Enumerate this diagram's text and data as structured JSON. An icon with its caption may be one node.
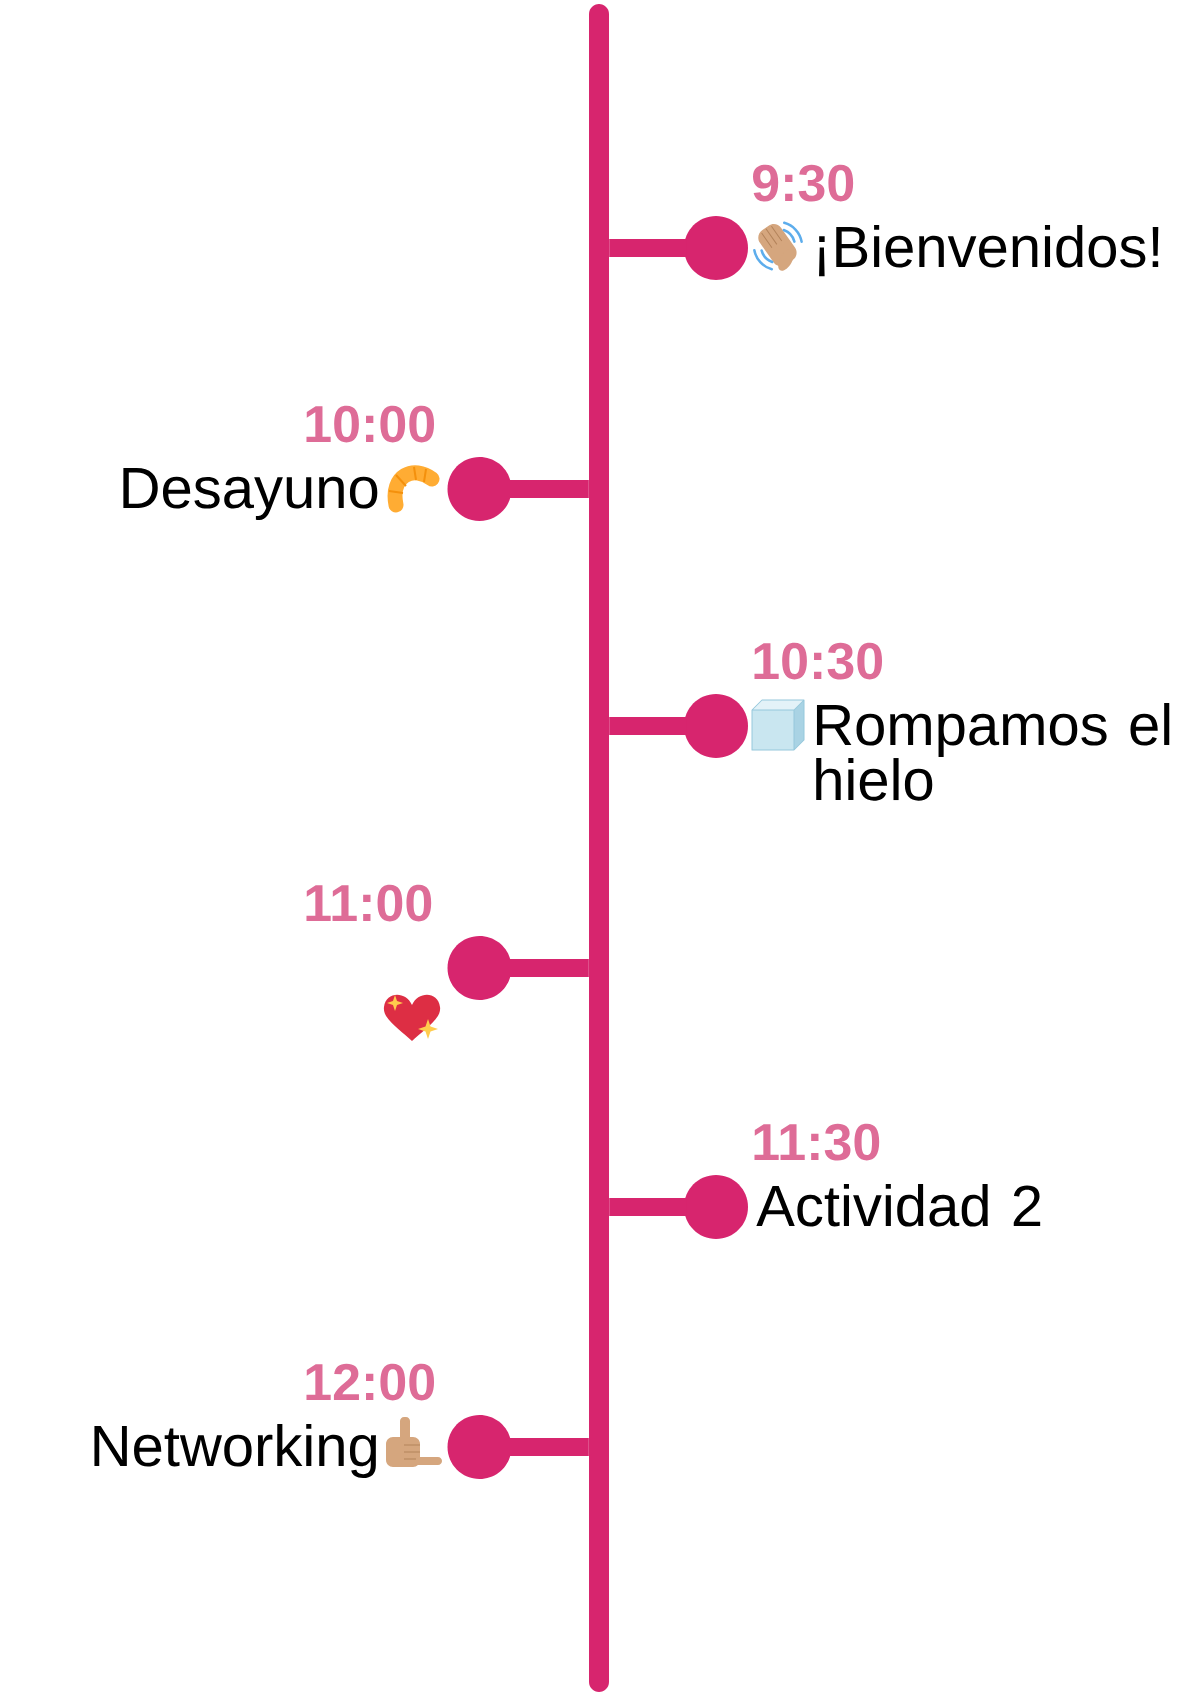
{
  "diagram": {
    "nodes": [
      {
        "text": [],
        "shape": "bar"
      },
      {
        "text": [],
        "shape": "circle",
        "beside": [
          "9:30",
          "¡Bienvenidos!"
        ]
      },
      {
        "text": [],
        "shape": "circle",
        "beside": [
          "10:00",
          "Desayuno"
        ]
      },
      {
        "text": [],
        "shape": "circle",
        "beside": [
          "10:30",
          "Rompamos el hielo"
        ]
      },
      {
        "text": [],
        "shape": "circle",
        "beside": [
          "11:00"
        ]
      },
      {
        "text": [],
        "shape": "circle",
        "beside": [
          "11:30",
          "Actividad 2"
        ]
      },
      {
        "text": [],
        "shape": "circle",
        "beside": [
          "12:00",
          "Networking"
        ]
      }
    ],
    "edges": [
      {
        "from": 0,
        "to": 1,
        "arrow": "none"
      },
      {
        "from": 0,
        "to": 2,
        "arrow": "none"
      },
      {
        "from": 0,
        "to": 3,
        "arrow": "none"
      },
      {
        "from": 0,
        "to": 4,
        "arrow": "none"
      },
      {
        "from": 0,
        "to": 5,
        "arrow": "none"
      },
      {
        "from": 0,
        "to": 6,
        "arrow": "none"
      }
    ]
  }
}
